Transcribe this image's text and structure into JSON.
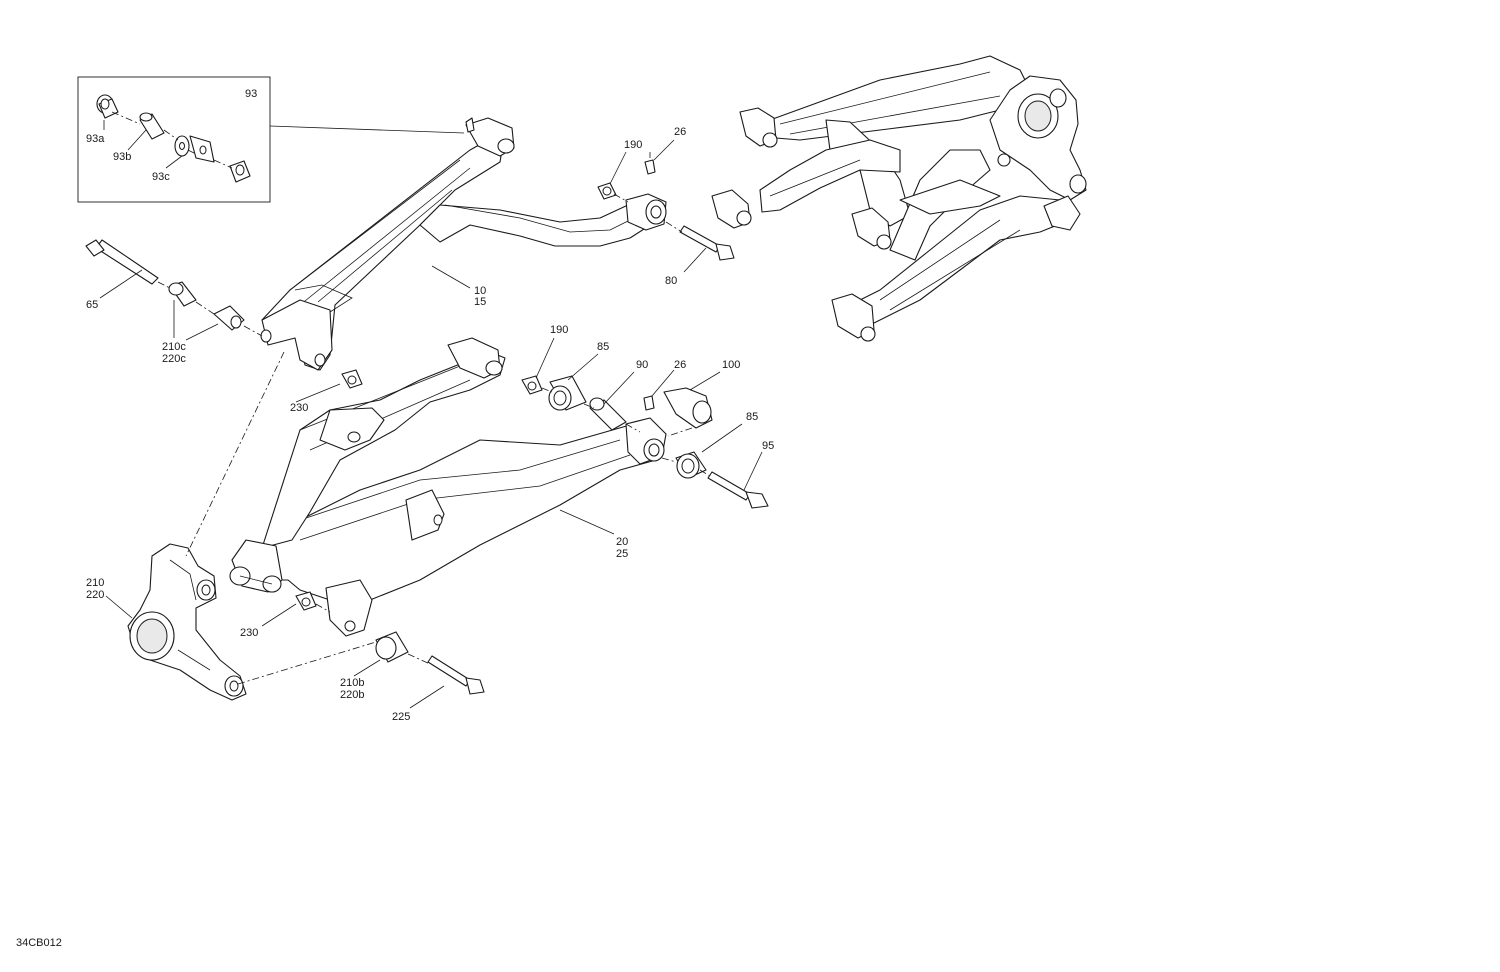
{
  "diagram_code": "34CB012",
  "callouts": {
    "inset_93": "93",
    "c93a": "93a",
    "c93b": "93b",
    "c93c": "93c",
    "c65": "65",
    "c210c": "210c",
    "c220c": "220c",
    "c230_top": "230",
    "c10": "10",
    "c15": "15",
    "c190_top": "190",
    "c26_top": "26",
    "c80": "80",
    "c190_mid": "190",
    "c85_mid": "85",
    "c90": "90",
    "c26_mid": "26",
    "c100": "100",
    "c85_right": "85",
    "c95": "95",
    "c20": "20",
    "c25": "25",
    "c210": "210",
    "c220": "220",
    "c230_bottom": "230",
    "c210b": "210b",
    "c220b": "220b",
    "c225": "225"
  }
}
